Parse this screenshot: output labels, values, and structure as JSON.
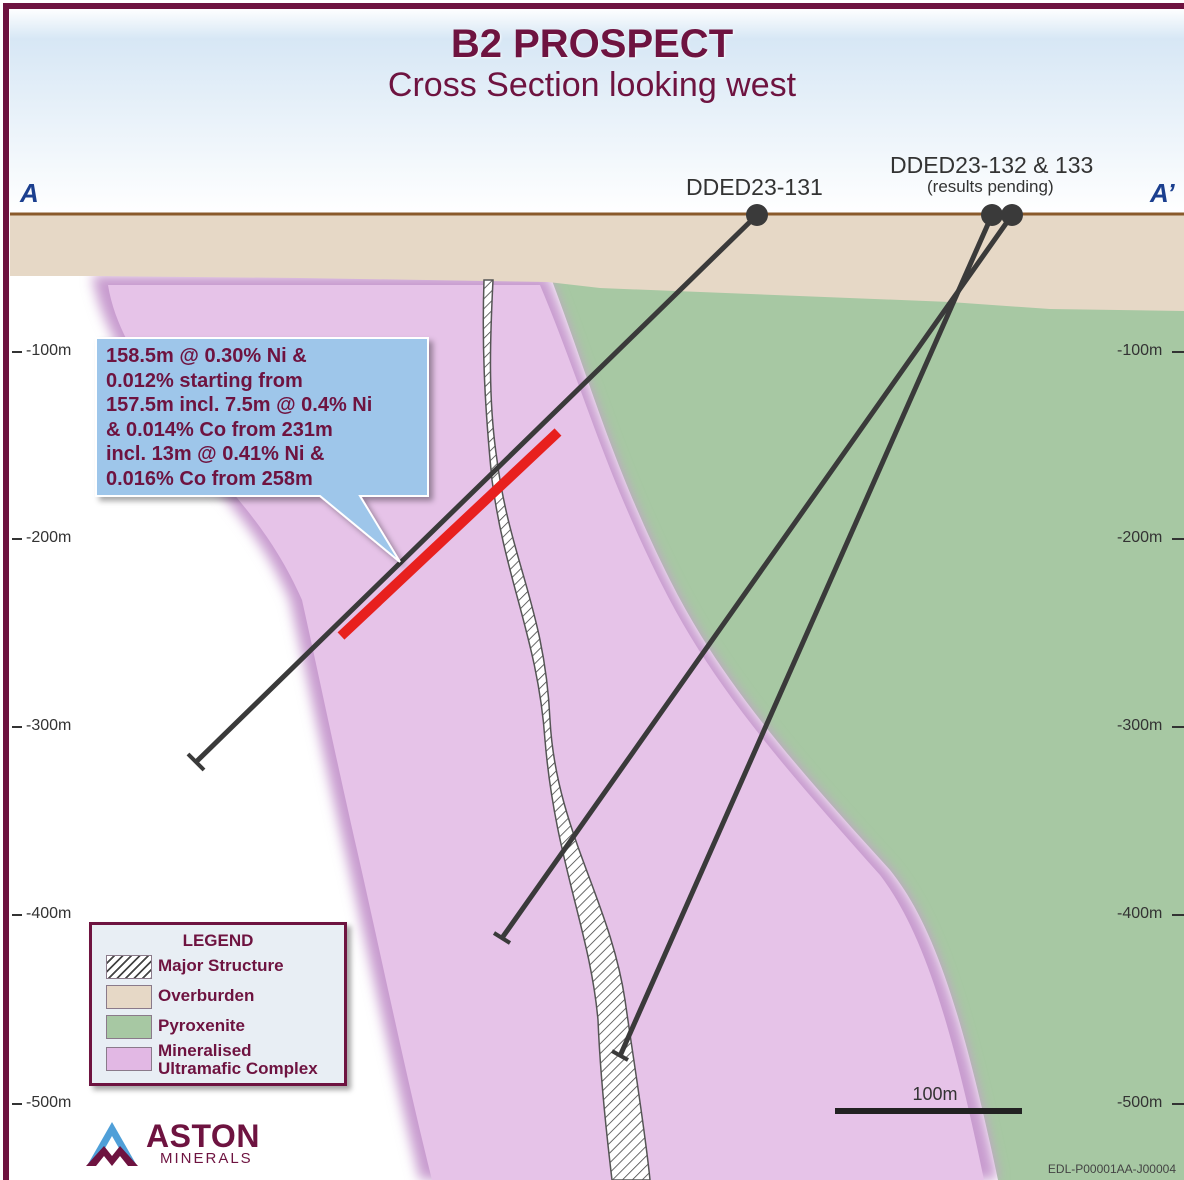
{
  "title": "B2 PROSPECT",
  "subtitle": "Cross Section looking west",
  "section_ends": {
    "left": "A",
    "right": "A’"
  },
  "drill_holes": [
    {
      "name": "DDED23-131",
      "note": ""
    },
    {
      "name": "DDED23-132 & 133",
      "note": "(results pending)"
    }
  ],
  "depth_labels": [
    "-100m",
    "-200m",
    "-300m",
    "-400m",
    "-500m"
  ],
  "callout": "158.5m @ 0.30% Ni  &\n0.012% starting from\n157.5m incl. 7.5m @ 0.4% Ni\n& 0.014% Co from 231m\nincl. 13m @ 0.41% Ni &\n0.016% Co from 258m",
  "legend": {
    "title": "LEGEND",
    "items": [
      {
        "label": "Major Structure",
        "icon": "hatch"
      },
      {
        "label": "Overburden",
        "color": "#e6d8c6"
      },
      {
        "label": "Pyroxenite",
        "color": "#a7c8a3"
      },
      {
        "label": "Mineralised\nUltramafic Complex",
        "color": "#e2b8e4"
      }
    ]
  },
  "scale_bar": "100m",
  "logo": {
    "name": "ASTON",
    "sub": "MINERALS"
  },
  "doc_code": "EDL-P00001AA-J00004",
  "colors": {
    "brand": "#6e1340",
    "overburden": "#e6d8c6",
    "pyroxenite": "#a7c8a3",
    "ultramafic": "#e6c3e8",
    "mineralised_intercept": "#e8201e",
    "callout_bg": "#9ec6ea",
    "axis_ends": "#1b3f8f"
  }
}
